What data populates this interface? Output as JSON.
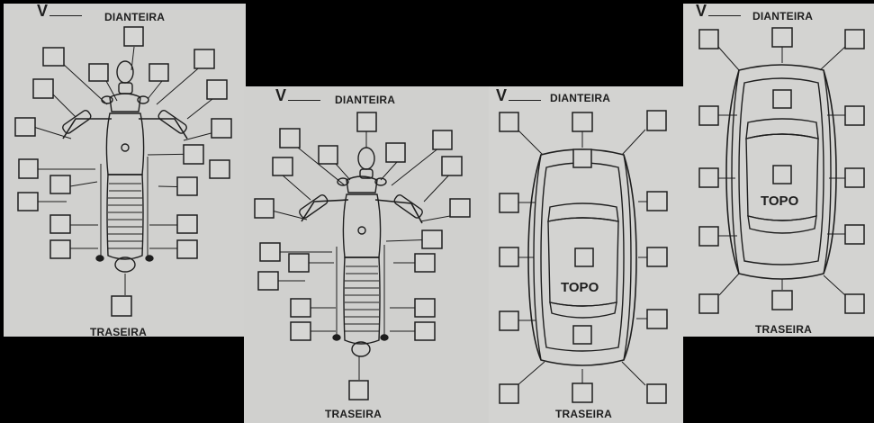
{
  "panels": [
    {
      "id": "moto-1",
      "v_label": "V",
      "front_label": "DIANTEIRA",
      "rear_label": "TRASEIRA"
    },
    {
      "id": "moto-2",
      "v_label": "V",
      "front_label": "DIANTEIRA",
      "rear_label": "TRASEIRA"
    },
    {
      "id": "car-1",
      "v_label": "V",
      "front_label": "DIANTEIRA",
      "rear_label": "TRASEIRA",
      "top_label": "TOPO"
    },
    {
      "id": "car-2",
      "v_label": "V",
      "front_label": "DIANTEIRA",
      "rear_label": "TRASEIRA",
      "top_label": "TOPO"
    }
  ],
  "colors": {
    "background": "#000000",
    "paper": "#d4d4d2",
    "ink": "#1e1e1e"
  }
}
